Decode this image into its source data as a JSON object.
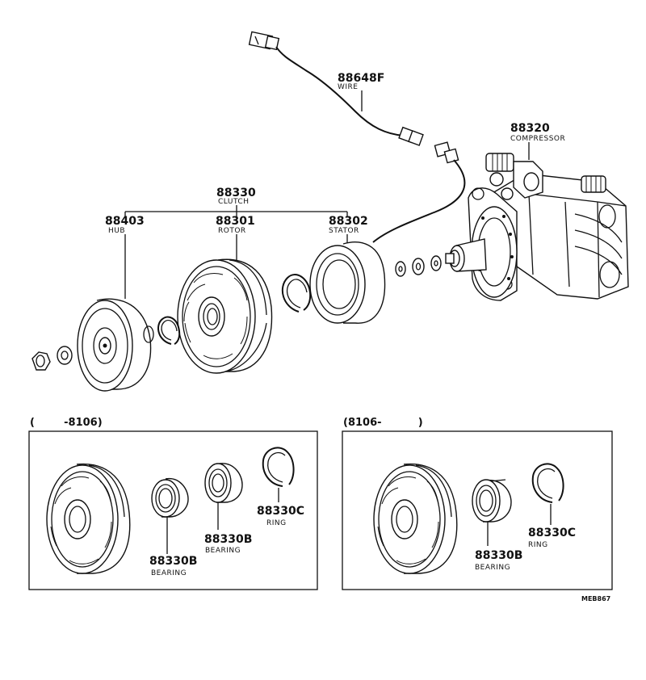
{
  "parts": {
    "wire": {
      "number": "88648F",
      "name": "WIRE"
    },
    "compressor": {
      "number": "88320",
      "name": "COMPRESSOR"
    },
    "clutch": {
      "number": "88330",
      "name": "CLUTCH"
    },
    "hub": {
      "number": "88403",
      "name": "HUB"
    },
    "rotor": {
      "number": "88301",
      "name": "ROTOR"
    },
    "stator": {
      "number": "88302",
      "name": "STATOR"
    }
  },
  "panel_left": {
    "range": "(        -8106)",
    "bearing_a": {
      "number": "88330B",
      "name": "BEARING"
    },
    "bearing_b": {
      "number": "88330B",
      "name": "BEARING"
    },
    "ring": {
      "number": "88330C",
      "name": "RING"
    }
  },
  "panel_right": {
    "range": "(8106-          )",
    "bearing": {
      "number": "88330B",
      "name": "BEARING"
    },
    "ring": {
      "number": "88330C",
      "name": "RING"
    }
  },
  "diagram_code": "MEB867"
}
